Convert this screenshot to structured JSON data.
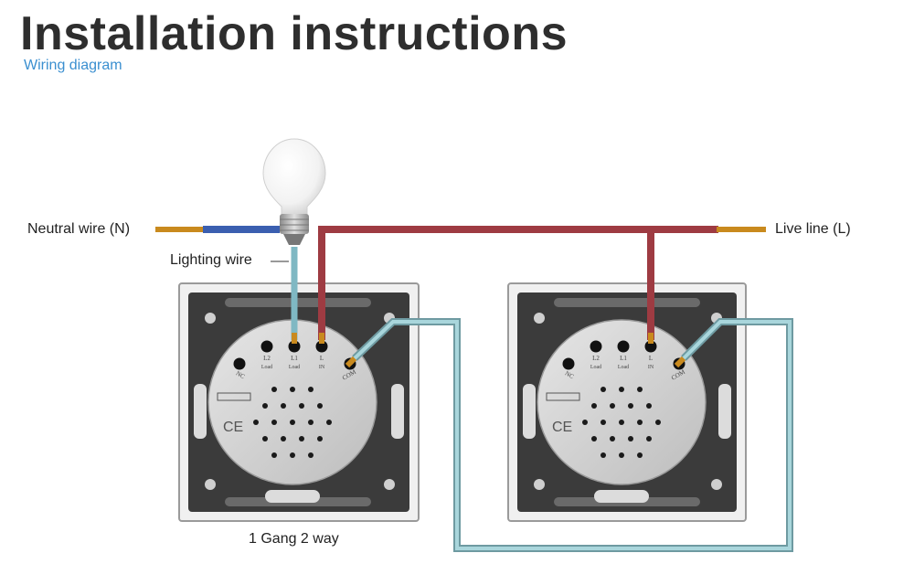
{
  "header": {
    "title": "Installation instructions",
    "subtitle": "Wiring diagram"
  },
  "labels": {
    "neutral_wire": "Neutral wire (N)",
    "live_line": "Live line (L)",
    "lighting_wire": "Lighting wire",
    "switch_type": "1 Gang 2 way"
  },
  "terminals": [
    "NC",
    "L2",
    "L1",
    "L",
    "COM"
  ],
  "terminal_sublabels": [
    "",
    "Load",
    "Load",
    "IN",
    ""
  ],
  "colors": {
    "neutral": "#3b5fb0",
    "live": "#9e3b42",
    "lighting": "#7fb8c3",
    "traveler": "#8ec3c9",
    "copper": "#c98a1e",
    "plate": "#3a3a3a",
    "frame": "#eeeeee",
    "module": "#cfcfcf"
  }
}
